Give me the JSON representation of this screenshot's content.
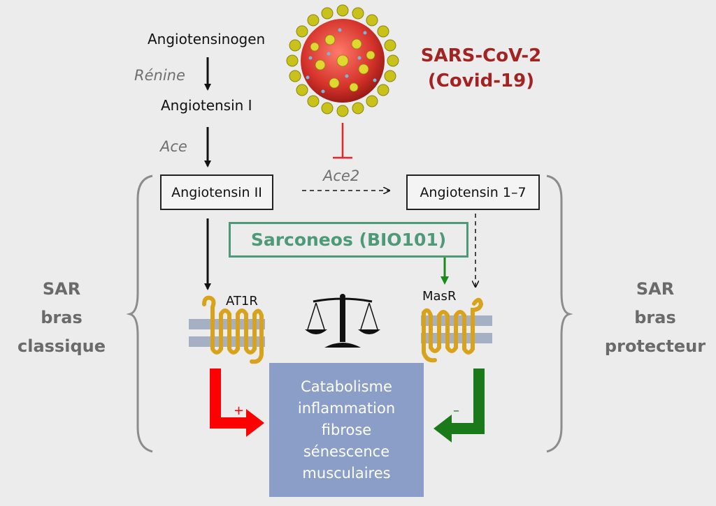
{
  "pathway": {
    "angiotensinogen": "Angiotensinogen",
    "renine": "Rénine",
    "angiotensin_i": "Angiotensin I",
    "ace": "Ace",
    "angiotensin_ii": "Angiotensin II",
    "ace2": "Ace2",
    "angiotensin_1_7": "Angiotensin 1–7",
    "at1r": "AT1R",
    "masr": "MasR"
  },
  "virus": {
    "title_line1": "SARS-CoV-2",
    "title_line2": "(Covid-19)"
  },
  "drug": {
    "label": "Sarconeos (BIO101)"
  },
  "arms": {
    "left": [
      "SAR",
      "bras",
      "classique"
    ],
    "right": [
      "SAR",
      "bras",
      "protecteur"
    ]
  },
  "effects": [
    "Catabolisme",
    "inflammation",
    "fibrose",
    "sénescence",
    "musculaires"
  ],
  "signs": {
    "plus": "+",
    "minus": "–"
  },
  "colors": {
    "background": "#ececec",
    "virus_title": "#a32222",
    "drug": "#4e9a78",
    "effects_box": "#8a9ec8",
    "activation": "#ff0000",
    "inhibition": "#1a7a1a",
    "receptor": "#d9a21b",
    "membrane": "#a5b0c4"
  }
}
